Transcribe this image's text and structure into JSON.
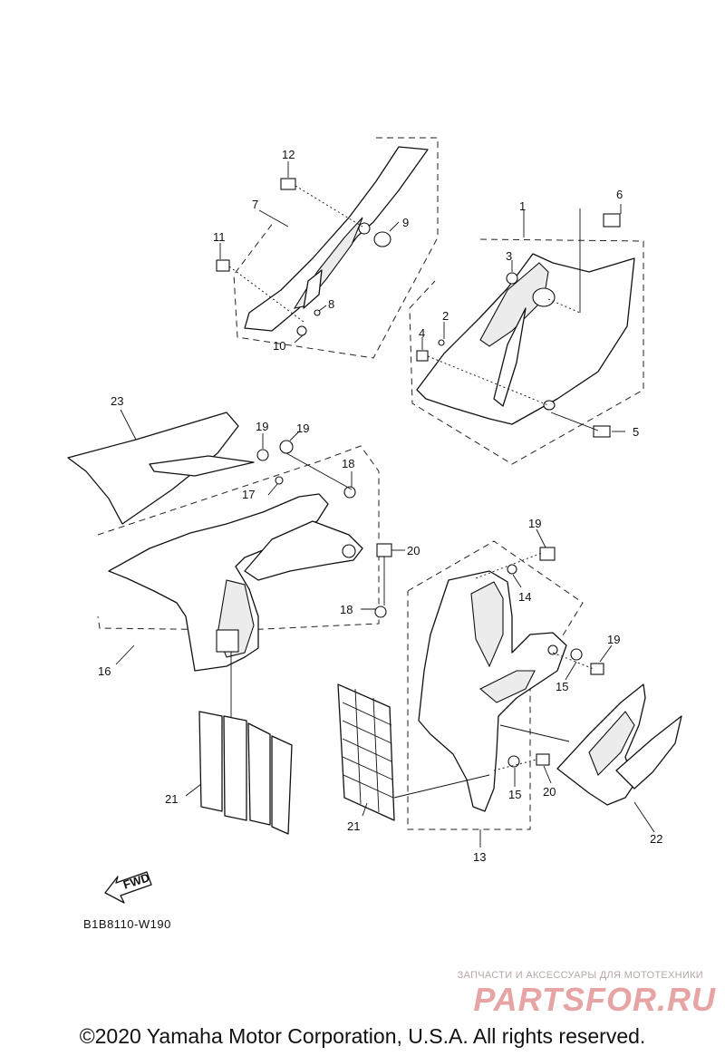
{
  "diagram": {
    "callouts": {
      "c1": "1",
      "c2": "2",
      "c3": "3",
      "c4": "4",
      "c5": "5",
      "c6": "6",
      "c7": "7",
      "c8": "8",
      "c9": "9",
      "c10": "10",
      "c11": "11",
      "c12": "12",
      "c13": "13",
      "c14": "14",
      "c15a": "15",
      "c15b": "15",
      "c16": "16",
      "c17": "17",
      "c18a": "18",
      "c18b": "18",
      "c19a": "19",
      "c19b": "19",
      "c19c": "19",
      "c19d": "19",
      "c20a": "20",
      "c20b": "20",
      "c21a": "21",
      "c21b": "21",
      "c22": "22",
      "c23": "23"
    },
    "fwd_label": "FWD",
    "drawing_code": "B1B8110-W190"
  },
  "watermark": {
    "caption": "ЗАПЧАСТИ И АКСЕССУАРЫ ДЛЯ МОТОТЕХНИКИ",
    "logo": "PARTSFOR.RU"
  },
  "footer": {
    "copyright": "©2020 Yamaha Motor Corporation, U.S.A. All rights reserved."
  }
}
